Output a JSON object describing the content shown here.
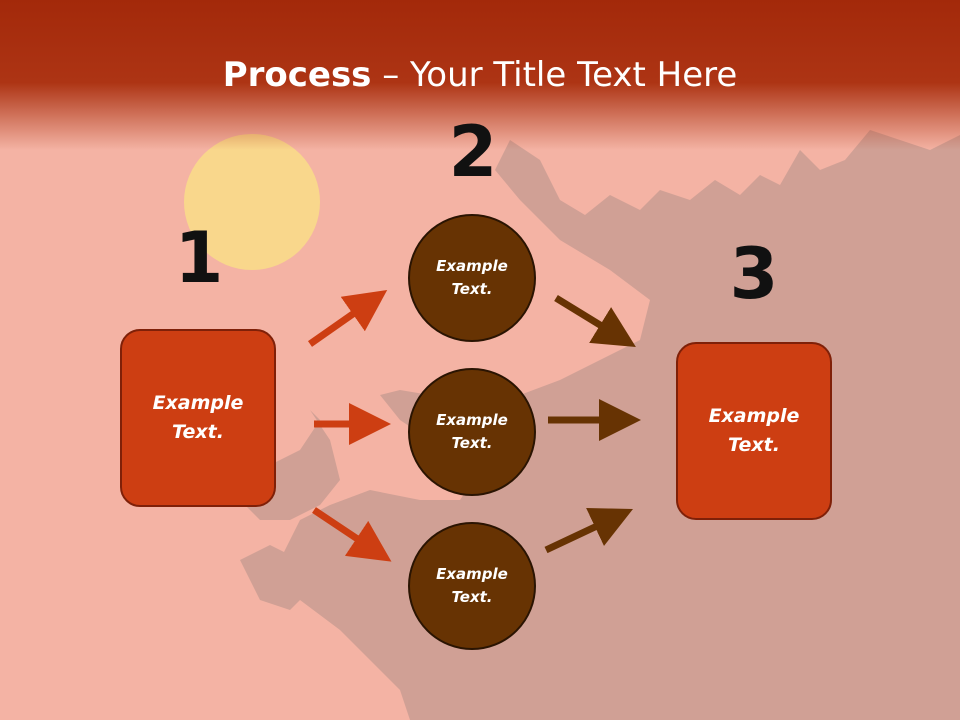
{
  "title": {
    "bold": "Process",
    "rest": " – Your Title Text Here"
  },
  "steps": {
    "one": "1",
    "two": "2",
    "three": "3"
  },
  "left_box": {
    "text": "Example Text."
  },
  "circles": [
    {
      "text": "Example Text."
    },
    {
      "text": "Example Text."
    },
    {
      "text": "Example Text."
    }
  ],
  "right_box": {
    "text": "Example Text."
  },
  "colors": {
    "header": "#a3290a",
    "box": "#cd3e12",
    "circle": "#673303",
    "arrow_left": "#cd3e12",
    "arrow_right": "#673303",
    "background": "#f4b3a4"
  }
}
